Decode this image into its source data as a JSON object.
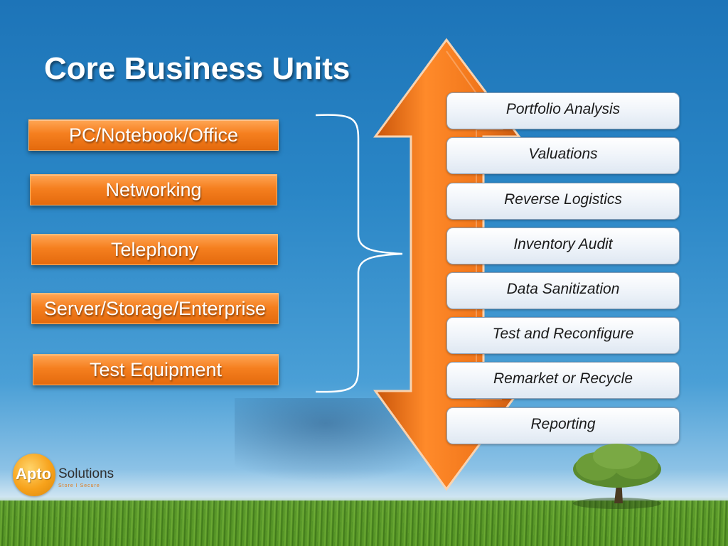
{
  "title": "Core Business Units",
  "business_units": [
    "PC/Notebook/Office",
    "Networking",
    "Telephony",
    "Server/Storage/Enterprise",
    "Test Equipment"
  ],
  "services": [
    "Portfolio Analysis",
    "Valuations",
    "Reverse Logistics",
    "Inventory Audit",
    "Data Sanitization",
    "Test and Reconfigure",
    "Remarket or Recycle",
    "Reporting"
  ],
  "logo": {
    "mark": "Apto",
    "name": "Solutions",
    "tagline": "Store I Secure"
  },
  "colors": {
    "accent_orange": "#f57f1f",
    "background_blue": "#1d74b8",
    "service_box": "#eef3f9"
  }
}
